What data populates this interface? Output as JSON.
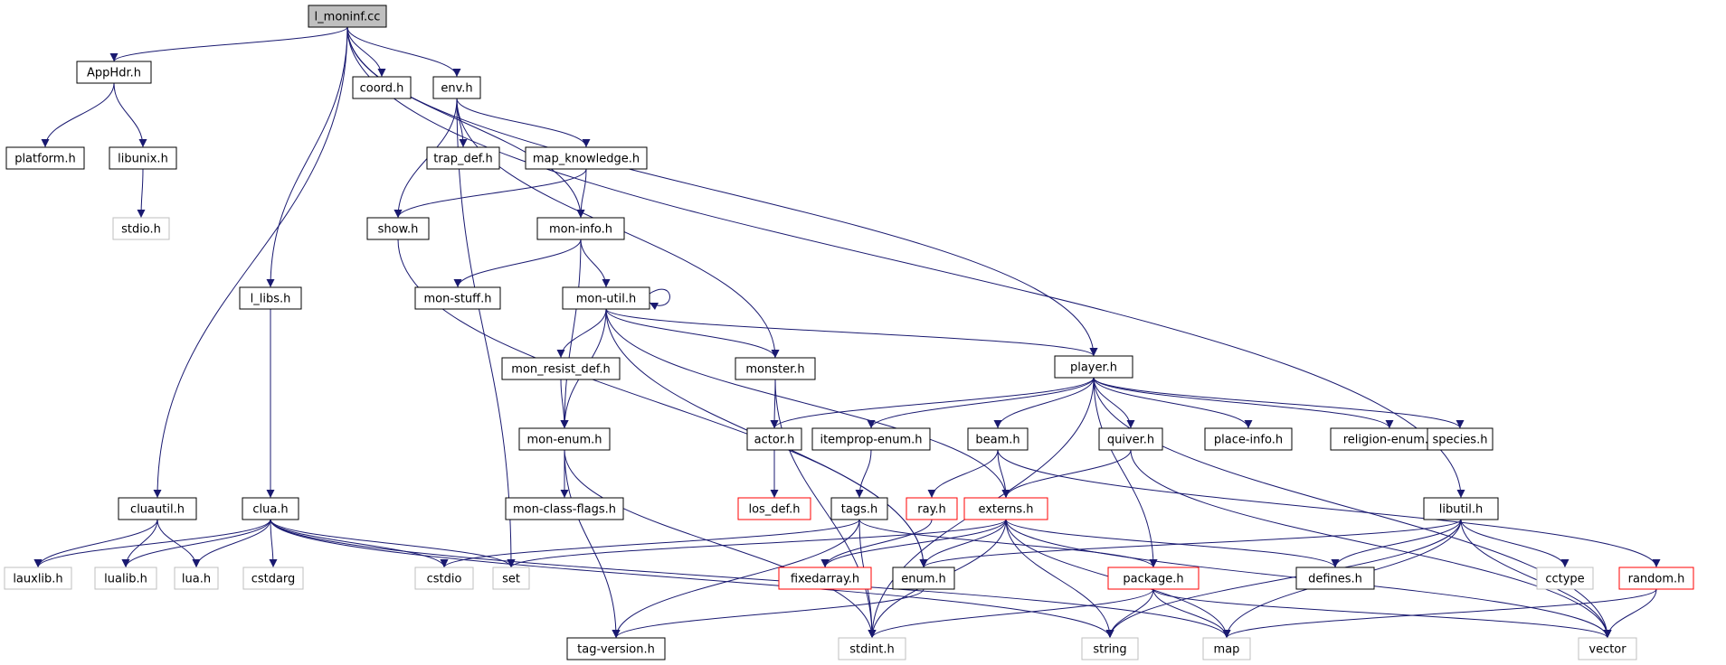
{
  "colors": {
    "edge": "#191970",
    "border_normal": "#000000",
    "border_truncated": "#ff0000",
    "border_system": "#bfbfbf",
    "fill_root": "#bfbfbf",
    "fill_normal": "#ffffff",
    "text": "#000000"
  },
  "nodes": [
    {
      "id": "l_moninf",
      "label": "l_moninf.cc",
      "kind": "root"
    },
    {
      "id": "apphdr",
      "label": "AppHdr.h",
      "kind": "normal"
    },
    {
      "id": "coord",
      "label": "coord.h",
      "kind": "normal"
    },
    {
      "id": "env",
      "label": "env.h",
      "kind": "normal"
    },
    {
      "id": "platform",
      "label": "platform.h",
      "kind": "normal"
    },
    {
      "id": "libunix",
      "label": "libunix.h",
      "kind": "normal"
    },
    {
      "id": "trap_def",
      "label": "trap_def.h",
      "kind": "normal"
    },
    {
      "id": "map_knowledge",
      "label": "map_knowledge.h",
      "kind": "normal"
    },
    {
      "id": "stdio",
      "label": "stdio.h",
      "kind": "system"
    },
    {
      "id": "show",
      "label": "show.h",
      "kind": "normal"
    },
    {
      "id": "mon_info",
      "label": "mon-info.h",
      "kind": "normal"
    },
    {
      "id": "l_libs",
      "label": "l_libs.h",
      "kind": "normal"
    },
    {
      "id": "mon_stuff",
      "label": "mon-stuff.h",
      "kind": "normal"
    },
    {
      "id": "mon_util",
      "label": "mon-util.h",
      "kind": "normal"
    },
    {
      "id": "mon_resist_def",
      "label": "mon_resist_def.h",
      "kind": "normal"
    },
    {
      "id": "monster",
      "label": "monster.h",
      "kind": "normal"
    },
    {
      "id": "player",
      "label": "player.h",
      "kind": "normal"
    },
    {
      "id": "mon_enum",
      "label": "mon-enum.h",
      "kind": "normal"
    },
    {
      "id": "actor",
      "label": "actor.h",
      "kind": "normal"
    },
    {
      "id": "itemprop_enum",
      "label": "itemprop-enum.h",
      "kind": "normal"
    },
    {
      "id": "beam",
      "label": "beam.h",
      "kind": "normal"
    },
    {
      "id": "quiver",
      "label": "quiver.h",
      "kind": "normal"
    },
    {
      "id": "place_info",
      "label": "place-info.h",
      "kind": "normal"
    },
    {
      "id": "religion_enum",
      "label": "religion-enum.h",
      "kind": "normal"
    },
    {
      "id": "species",
      "label": "species.h",
      "kind": "normal"
    },
    {
      "id": "cluautil",
      "label": "cluautil.h",
      "kind": "normal"
    },
    {
      "id": "clua",
      "label": "clua.h",
      "kind": "normal"
    },
    {
      "id": "mon_class_flags",
      "label": "mon-class-flags.h",
      "kind": "normal"
    },
    {
      "id": "los_def",
      "label": "los_def.h",
      "kind": "truncated"
    },
    {
      "id": "tags",
      "label": "tags.h",
      "kind": "normal"
    },
    {
      "id": "ray",
      "label": "ray.h",
      "kind": "truncated"
    },
    {
      "id": "externs",
      "label": "externs.h",
      "kind": "truncated"
    },
    {
      "id": "libutil",
      "label": "libutil.h",
      "kind": "normal"
    },
    {
      "id": "lauxlib",
      "label": "lauxlib.h",
      "kind": "system"
    },
    {
      "id": "lualib",
      "label": "lualib.h",
      "kind": "system"
    },
    {
      "id": "lua",
      "label": "lua.h",
      "kind": "system"
    },
    {
      "id": "cstdarg",
      "label": "cstdarg",
      "kind": "system"
    },
    {
      "id": "cstdio",
      "label": "cstdio",
      "kind": "system"
    },
    {
      "id": "set",
      "label": "set",
      "kind": "system"
    },
    {
      "id": "fixedarray",
      "label": "fixedarray.h",
      "kind": "truncated"
    },
    {
      "id": "enum",
      "label": "enum.h",
      "kind": "normal"
    },
    {
      "id": "package",
      "label": "package.h",
      "kind": "truncated"
    },
    {
      "id": "defines",
      "label": "defines.h",
      "kind": "normal"
    },
    {
      "id": "cctype",
      "label": "cctype",
      "kind": "system"
    },
    {
      "id": "random",
      "label": "random.h",
      "kind": "truncated"
    },
    {
      "id": "tag_version",
      "label": "tag-version.h",
      "kind": "normal"
    },
    {
      "id": "stdint",
      "label": "stdint.h",
      "kind": "system"
    },
    {
      "id": "string",
      "label": "string",
      "kind": "system"
    },
    {
      "id": "map",
      "label": "map",
      "kind": "system"
    },
    {
      "id": "vector",
      "label": "vector",
      "kind": "system"
    }
  ],
  "edges": [
    [
      "l_moninf",
      "apphdr"
    ],
    [
      "l_moninf",
      "coord"
    ],
    [
      "l_moninf",
      "env"
    ],
    [
      "l_moninf",
      "l_libs"
    ],
    [
      "l_moninf",
      "cluautil"
    ],
    [
      "l_moninf",
      "mon_info"
    ],
    [
      "l_moninf",
      "player"
    ],
    [
      "l_moninf",
      "libutil"
    ],
    [
      "apphdr",
      "platform"
    ],
    [
      "apphdr",
      "libunix"
    ],
    [
      "libunix",
      "stdio"
    ],
    [
      "env",
      "trap_def"
    ],
    [
      "env",
      "map_knowledge"
    ],
    [
      "env",
      "show"
    ],
    [
      "env",
      "monster"
    ],
    [
      "env",
      "set"
    ],
    [
      "map_knowledge",
      "show"
    ],
    [
      "map_knowledge",
      "mon_info"
    ],
    [
      "show",
      "enum"
    ],
    [
      "mon_info",
      "mon_stuff"
    ],
    [
      "mon_info",
      "mon_util"
    ],
    [
      "mon_info",
      "mon_enum"
    ],
    [
      "l_libs",
      "clua"
    ],
    [
      "mon_util",
      "mon_util"
    ],
    [
      "mon_util",
      "mon_resist_def"
    ],
    [
      "mon_util",
      "monster"
    ],
    [
      "mon_util",
      "player"
    ],
    [
      "mon_util",
      "mon_enum"
    ],
    [
      "mon_util",
      "externs"
    ],
    [
      "mon_util",
      "enum"
    ],
    [
      "mon_resist_def",
      "mon_enum"
    ],
    [
      "monster",
      "actor"
    ],
    [
      "monster",
      "stdint"
    ],
    [
      "player",
      "actor"
    ],
    [
      "player",
      "itemprop_enum"
    ],
    [
      "player",
      "beam"
    ],
    [
      "player",
      "quiver"
    ],
    [
      "player",
      "place_info"
    ],
    [
      "player",
      "religion_enum"
    ],
    [
      "player",
      "species"
    ],
    [
      "player",
      "package"
    ],
    [
      "player",
      "vector"
    ],
    [
      "player",
      "stdint"
    ],
    [
      "mon_enum",
      "mon_class_flags"
    ],
    [
      "mon_enum",
      "tag_version"
    ],
    [
      "mon_enum",
      "stdint"
    ],
    [
      "actor",
      "los_def"
    ],
    [
      "itemprop_enum",
      "tags"
    ],
    [
      "beam",
      "ray"
    ],
    [
      "beam",
      "externs"
    ],
    [
      "beam",
      "random"
    ],
    [
      "quiver",
      "externs"
    ],
    [
      "quiver",
      "vector"
    ],
    [
      "cluautil",
      "lauxlib"
    ],
    [
      "cluautil",
      "lualib"
    ],
    [
      "cluautil",
      "lua"
    ],
    [
      "clua",
      "lauxlib"
    ],
    [
      "clua",
      "lualib"
    ],
    [
      "clua",
      "lua"
    ],
    [
      "clua",
      "cstdarg"
    ],
    [
      "clua",
      "cstdio"
    ],
    [
      "clua",
      "set"
    ],
    [
      "clua",
      "string"
    ],
    [
      "clua",
      "map"
    ],
    [
      "tags",
      "package"
    ],
    [
      "tags",
      "tag_version"
    ],
    [
      "tags",
      "stdint"
    ],
    [
      "tags",
      "cstdio"
    ],
    [
      "ray",
      "fixedarray"
    ],
    [
      "externs",
      "set"
    ],
    [
      "externs",
      "fixedarray"
    ],
    [
      "externs",
      "enum"
    ],
    [
      "externs",
      "defines"
    ],
    [
      "externs",
      "stdint"
    ],
    [
      "externs",
      "string"
    ],
    [
      "externs",
      "map"
    ],
    [
      "externs",
      "vector"
    ],
    [
      "libutil",
      "defines"
    ],
    [
      "libutil",
      "enum"
    ],
    [
      "libutil",
      "cctype"
    ],
    [
      "libutil",
      "string"
    ],
    [
      "libutil",
      "map"
    ],
    [
      "libutil",
      "vector"
    ],
    [
      "enum",
      "tag_version"
    ],
    [
      "package",
      "stdint"
    ],
    [
      "package",
      "string"
    ],
    [
      "package",
      "map"
    ],
    [
      "package",
      "vector"
    ],
    [
      "random",
      "map"
    ],
    [
      "random",
      "vector"
    ]
  ]
}
